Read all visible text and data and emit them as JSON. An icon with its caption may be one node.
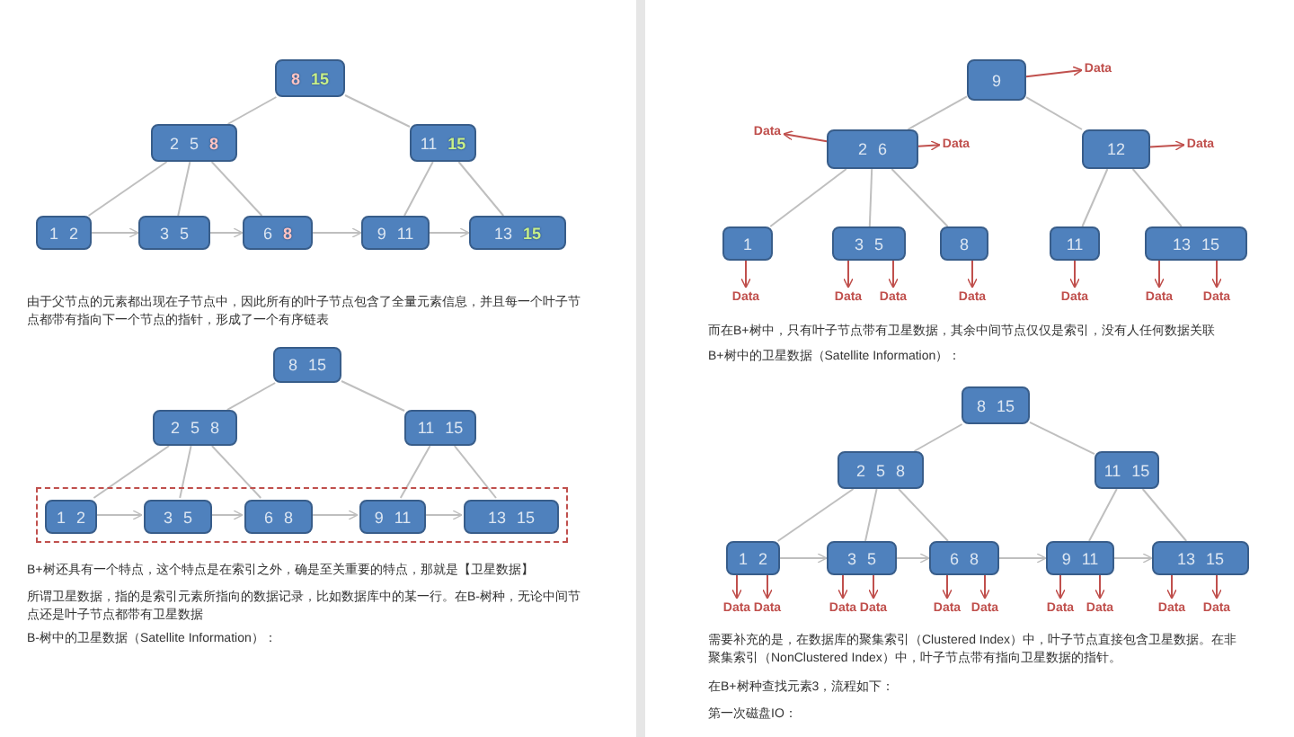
{
  "diagram": {
    "nodes": [
      {
        "text": [
          "8",
          "15"
        ]
      },
      {
        "text": [
          "2",
          "5",
          "8"
        ]
      },
      {
        "text": [
          "11",
          "15"
        ]
      },
      {
        "text": [
          "1",
          "2"
        ]
      },
      {
        "text": [
          "3",
          "5"
        ]
      },
      {
        "text": [
          "6",
          "8"
        ]
      },
      {
        "text": [
          "9",
          "11"
        ]
      },
      {
        "text": [
          "13",
          "15"
        ]
      },
      {
        "text": [
          "8",
          "15"
        ]
      },
      {
        "text": [
          "2",
          "5",
          "8"
        ]
      },
      {
        "text": [
          "11",
          "15"
        ]
      },
      {
        "text": [],
        "shape": "box"
      },
      {
        "text": [
          "1",
          "2"
        ],
        "in": 11
      },
      {
        "text": [
          "3",
          "5"
        ],
        "in": 11
      },
      {
        "text": [
          "6",
          "8"
        ],
        "in": 11
      },
      {
        "text": [
          "9",
          "11"
        ],
        "in": 11
      },
      {
        "text": [
          "13",
          "15"
        ],
        "in": 11
      },
      {
        "text": [
          "9"
        ]
      },
      {
        "text": [
          "2",
          "6"
        ]
      },
      {
        "text": [
          "12"
        ]
      },
      {
        "text": [
          "1"
        ]
      },
      {
        "text": [
          "3",
          "5"
        ]
      },
      {
        "text": [
          "8"
        ]
      },
      {
        "text": [
          "11"
        ]
      },
      {
        "text": [
          "13",
          "15"
        ]
      },
      {
        "text": [
          "Data"
        ]
      },
      {
        "text": [
          "Data"
        ]
      },
      {
        "text": [
          "Data"
        ]
      },
      {
        "text": [
          "Data"
        ]
      },
      {
        "text": [
          "Data"
        ]
      },
      {
        "text": [
          "Data"
        ]
      },
      {
        "text": [
          "Data"
        ]
      },
      {
        "text": [
          "Data"
        ]
      },
      {
        "text": [
          "Data"
        ]
      },
      {
        "text": [
          "Data"
        ]
      },
      {
        "text": [
          "Data"
        ]
      },
      {
        "text": [
          "8",
          "15"
        ]
      },
      {
        "text": [
          "2",
          "5",
          "8"
        ]
      },
      {
        "text": [
          "11",
          "15"
        ]
      },
      {
        "text": [
          "1",
          "2"
        ]
      },
      {
        "text": [
          "3",
          "5"
        ]
      },
      {
        "text": [
          "6",
          "8"
        ]
      },
      {
        "text": [
          "9",
          "11"
        ]
      },
      {
        "text": [
          "13",
          "15"
        ]
      },
      {
        "text": [
          "Data"
        ]
      },
      {
        "text": [
          "Data"
        ]
      },
      {
        "text": [
          "Data"
        ]
      },
      {
        "text": [
          "Data"
        ]
      },
      {
        "text": [
          "Data"
        ]
      },
      {
        "text": [
          "Data"
        ]
      },
      {
        "text": [
          "Data"
        ]
      },
      {
        "text": [
          "Data"
        ]
      },
      {
        "text": [
          "Data"
        ]
      },
      {
        "text": [
          "Data"
        ]
      }
    ],
    "edges": [
      {
        "from": 0,
        "to": 1,
        "arrow": "none"
      },
      {
        "from": 0,
        "to": 2,
        "arrow": "none"
      },
      {
        "from": 1,
        "to": 3,
        "arrow": "none"
      },
      {
        "from": 1,
        "to": 4,
        "arrow": "none"
      },
      {
        "from": 1,
        "to": 5,
        "arrow": "none"
      },
      {
        "from": 2,
        "to": 6,
        "arrow": "none"
      },
      {
        "from": 2,
        "to": 7,
        "arrow": "none"
      },
      {
        "from": 3,
        "to": 4,
        "arrow": "to"
      },
      {
        "from": 4,
        "to": 5,
        "arrow": "to"
      },
      {
        "from": 5,
        "to": 6,
        "arrow": "to"
      },
      {
        "from": 6,
        "to": 7,
        "arrow": "to"
      },
      {
        "from": 8,
        "to": 9,
        "arrow": "none"
      },
      {
        "from": 8,
        "to": 10,
        "arrow": "none"
      },
      {
        "from": 9,
        "to": 12,
        "arrow": "none"
      },
      {
        "from": 9,
        "to": 13,
        "arrow": "none"
      },
      {
        "from": 9,
        "to": 14,
        "arrow": "none"
      },
      {
        "from": 10,
        "to": 15,
        "arrow": "none"
      },
      {
        "from": 10,
        "to": 16,
        "arrow": "none"
      },
      {
        "from": 12,
        "to": 13,
        "arrow": "to"
      },
      {
        "from": 13,
        "to": 14,
        "arrow": "to"
      },
      {
        "from": 14,
        "to": 15,
        "arrow": "to"
      },
      {
        "from": 15,
        "to": 16,
        "arrow": "to"
      },
      {
        "from": 17,
        "to": 18,
        "arrow": "none"
      },
      {
        "from": 17,
        "to": 19,
        "arrow": "none"
      },
      {
        "from": 18,
        "to": 20,
        "arrow": "none"
      },
      {
        "from": 18,
        "to": 21,
        "arrow": "none"
      },
      {
        "from": 18,
        "to": 22,
        "arrow": "none"
      },
      {
        "from": 19,
        "to": 23,
        "arrow": "none"
      },
      {
        "from": 19,
        "to": 24,
        "arrow": "none"
      },
      {
        "from": 17,
        "to": 25,
        "arrow": "to",
        "color": "#c0504d"
      },
      {
        "from": 18,
        "to": 26,
        "arrow": "to",
        "color": "#c0504d"
      },
      {
        "from": 18,
        "to": 27,
        "arrow": "to",
        "color": "#c0504d"
      },
      {
        "from": 19,
        "to": 28,
        "arrow": "to",
        "color": "#c0504d"
      },
      {
        "from": 20,
        "to": 29,
        "arrow": "to",
        "color": "#c0504d"
      },
      {
        "from": 21,
        "to": 30,
        "arrow": "to",
        "color": "#c0504d"
      },
      {
        "from": 21,
        "to": 31,
        "arrow": "to",
        "color": "#c0504d"
      },
      {
        "from": 22,
        "to": 32,
        "arrow": "to",
        "color": "#c0504d"
      },
      {
        "from": 23,
        "to": 33,
        "arrow": "to",
        "color": "#c0504d"
      },
      {
        "from": 24,
        "to": 34,
        "arrow": "to",
        "color": "#c0504d"
      },
      {
        "from": 24,
        "to": 35,
        "arrow": "to",
        "color": "#c0504d"
      },
      {
        "from": 36,
        "to": 37,
        "arrow": "none"
      },
      {
        "from": 36,
        "to": 38,
        "arrow": "none"
      },
      {
        "from": 37,
        "to": 39,
        "arrow": "none"
      },
      {
        "from": 37,
        "to": 40,
        "arrow": "none"
      },
      {
        "from": 37,
        "to": 41,
        "arrow": "none"
      },
      {
        "from": 38,
        "to": 42,
        "arrow": "none"
      },
      {
        "from": 38,
        "to": 43,
        "arrow": "none"
      },
      {
        "from": 39,
        "to": 40,
        "arrow": "to"
      },
      {
        "from": 40,
        "to": 41,
        "arrow": "to"
      },
      {
        "from": 41,
        "to": 42,
        "arrow": "to"
      },
      {
        "from": 42,
        "to": 43,
        "arrow": "to"
      },
      {
        "from": 39,
        "to": 44,
        "arrow": "to",
        "color": "#c0504d"
      },
      {
        "from": 39,
        "to": 45,
        "arrow": "to",
        "color": "#c0504d"
      },
      {
        "from": 40,
        "to": 46,
        "arrow": "to",
        "color": "#c0504d"
      },
      {
        "from": 40,
        "to": 47,
        "arrow": "to",
        "color": "#c0504d"
      },
      {
        "from": 41,
        "to": 48,
        "arrow": "to",
        "color": "#c0504d"
      },
      {
        "from": 41,
        "to": 49,
        "arrow": "to",
        "color": "#c0504d"
      },
      {
        "from": 42,
        "to": 50,
        "arrow": "to",
        "color": "#c0504d"
      },
      {
        "from": 42,
        "to": 51,
        "arrow": "to",
        "color": "#c0504d"
      },
      {
        "from": 43,
        "to": 52,
        "arrow": "to",
        "color": "#c0504d"
      },
      {
        "from": 43,
        "to": 53,
        "arrow": "to",
        "color": "#c0504d"
      }
    ],
    "labels": [
      "由于父节点的元素都出现在子节点中，因此所有的叶子节点包含了全量元素信息，并且每一个叶子节点都带有指向下一个节点的指针，形成了一个有序链表",
      "B+树还具有一个特点，这个特点是在索引之外，确是至关重要的特点，那就是【卫星数据】",
      "所谓卫星数据，指的是索引元素所指向的数据记录，比如数据库中的某一行。在B-树种，无论中间节点还是叶子节点都带有卫星数据",
      "B-树中的卫星数据（Satellite Information）：",
      "而在B+树中，只有叶子节点带有卫星数据，其余中间节点仅仅是索引，没有人任何数据关联",
      "B+树中的卫星数据（Satellite Information）：",
      "需要补充的是，在数据库的聚集索引（Clustered Index）中，叶子节点直接包含卫星数据。在非聚集索引（NonClustered Index）中，叶子节点带有指向卫星数据的指针。",
      "在B+树种查找元素3，流程如下：",
      "第一次磁盘IO："
    ]
  }
}
